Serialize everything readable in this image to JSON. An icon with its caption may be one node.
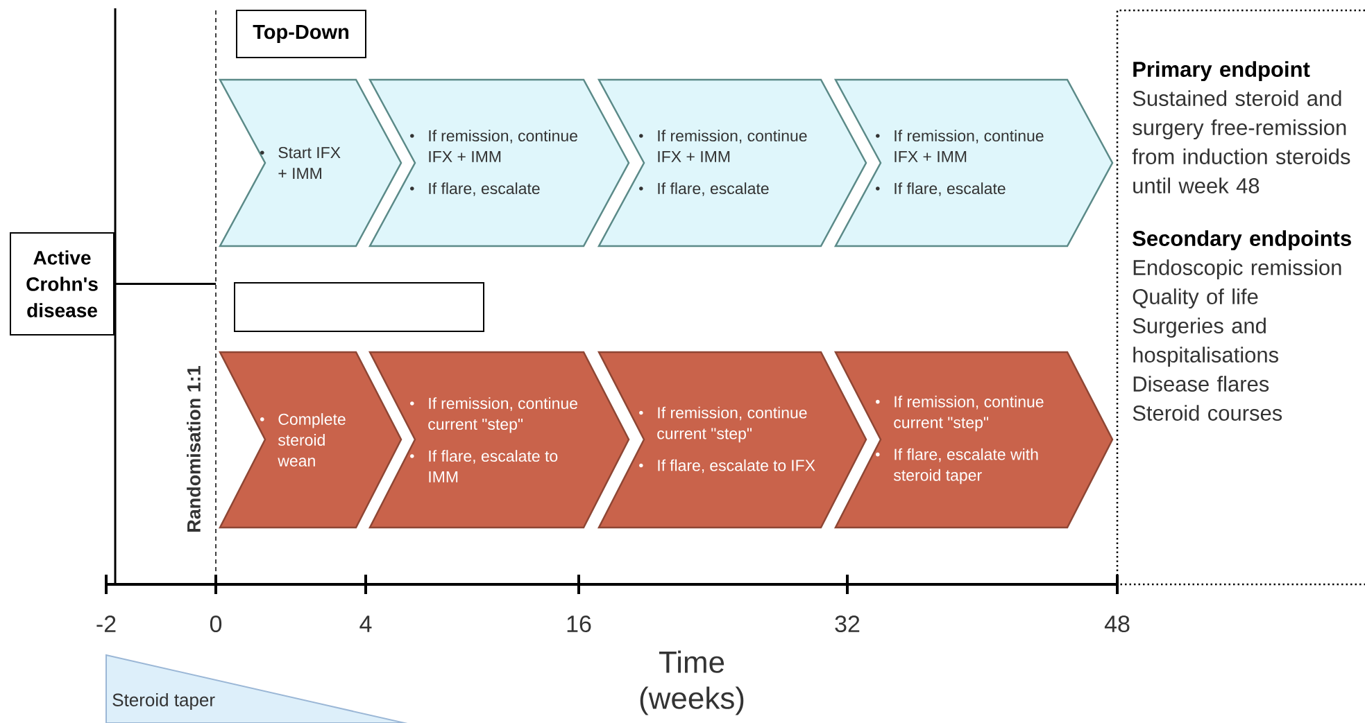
{
  "diagram": {
    "nodes": [
      {
        "text": [
          "Active Crohn's disease"
        ]
      },
      {
        "text": [
          "Top-Down"
        ]
      },
      {
        "text": [
          "Start IFX + IMM"
        ]
      },
      {
        "text": [
          "If remission, continue IFX + IMM",
          "If flare, escalate"
        ]
      },
      {
        "text": [
          "If remission, continue IFX + IMM",
          "If flare, escalate"
        ]
      },
      {
        "text": [
          "If remission, continue IFX + IMM",
          "If flare, escalate"
        ]
      },
      {
        "text": [],
        "shape": "box"
      },
      {
        "text": [
          "Complete steroid wean"
        ]
      },
      {
        "text": [
          "If remission, continue current \"step\"",
          "If flare, escalate to IMM"
        ]
      },
      {
        "text": [
          "If remission, continue current \"step\"",
          "If flare, escalate to IFX"
        ]
      },
      {
        "text": [
          "If remission, continue current \"step\"",
          "If flare, escalate with steroid taper"
        ]
      },
      {
        "text": [
          "Steroid taper"
        ]
      },
      {
        "text": [],
        "shape": "line",
        "beside": [
          "Randomisation 1:1"
        ]
      },
      {
        "text": [
          "Primary endpoint",
          "Sustained steroid and surgery free-remission from induction steroids until week 48",
          "Secondary endpoints",
          "Endoscopic remission",
          "Quality of life",
          "Surgeries and hospitalisations",
          "Disease flares",
          "Steroid courses"
        ]
      }
    ],
    "edges": [
      {
        "from": 0,
        "to": 12,
        "arrow": "none"
      }
    ],
    "labels": [
      "-2",
      "0",
      "4",
      "16",
      "32",
      "48",
      "Time (weeks)"
    ]
  }
}
